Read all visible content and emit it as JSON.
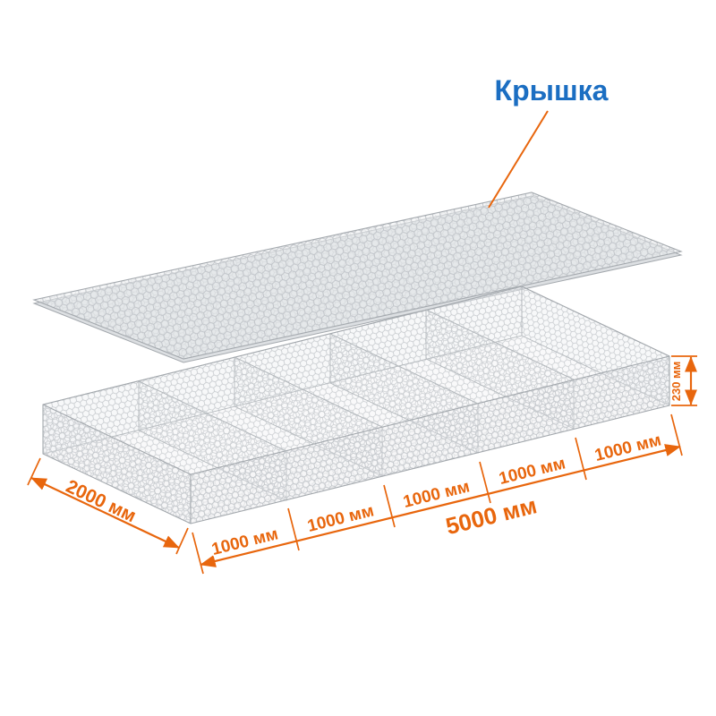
{
  "diagram": {
    "lid_label": "Крышка",
    "dimensions": {
      "total_length": "5000 мм",
      "width": "2000 мм",
      "height": "230 мм",
      "cells": [
        "1000 мм",
        "1000 мм",
        "1000 мм",
        "1000 мм",
        "1000 мм"
      ]
    },
    "colors": {
      "dimension_orange": "#E8660D",
      "label_blue": "#1B6EC2",
      "mesh_gray": "#C2C6CA"
    }
  }
}
